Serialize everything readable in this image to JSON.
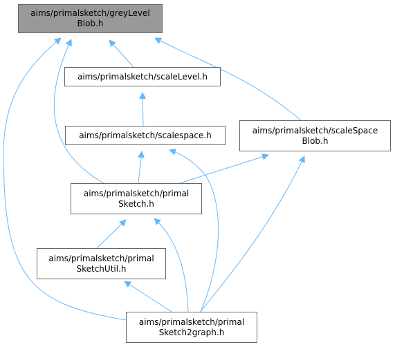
{
  "colors": {
    "edge": "#63b8ff",
    "node_border": "#666666",
    "root_fill": "#999999",
    "node_fill": "#ffffff"
  },
  "nodes": {
    "grey_level_blob": {
      "line1": "aims/primalsketch/greyLevel",
      "line2": "Blob.h"
    },
    "scale_level": {
      "line1": "aims/primalsketch/scaleLevel.h"
    },
    "scalespace": {
      "line1": "aims/primalsketch/scalespace.h"
    },
    "scale_space_blob": {
      "line1": "aims/primalsketch/scaleSpace",
      "line2": "Blob.h"
    },
    "primal_sketch": {
      "line1": "aims/primalsketch/primal",
      "line2": "Sketch.h"
    },
    "primal_sketch_util": {
      "line1": "aims/primalsketch/primal",
      "line2": "SketchUtil.h"
    },
    "primal_sketch2graph": {
      "line1": "aims/primalsketch/primal",
      "line2": "Sketch2graph.h"
    }
  },
  "edges": [
    {
      "from": "scale_level",
      "to": "grey_level_blob"
    },
    {
      "from": "scale_space_blob",
      "to": "grey_level_blob"
    },
    {
      "from": "primal_sketch",
      "to": "grey_level_blob"
    },
    {
      "from": "primal_sketch2graph",
      "to": "grey_level_blob"
    },
    {
      "from": "scalespace",
      "to": "scale_level"
    },
    {
      "from": "primal_sketch",
      "to": "scalespace"
    },
    {
      "from": "primal_sketch2graph",
      "to": "scalespace"
    },
    {
      "from": "primal_sketch",
      "to": "scale_space_blob"
    },
    {
      "from": "primal_sketch2graph",
      "to": "scale_space_blob"
    },
    {
      "from": "primal_sketch_util",
      "to": "primal_sketch"
    },
    {
      "from": "primal_sketch2graph",
      "to": "primal_sketch"
    },
    {
      "from": "primal_sketch2graph",
      "to": "primal_sketch_util"
    }
  ]
}
